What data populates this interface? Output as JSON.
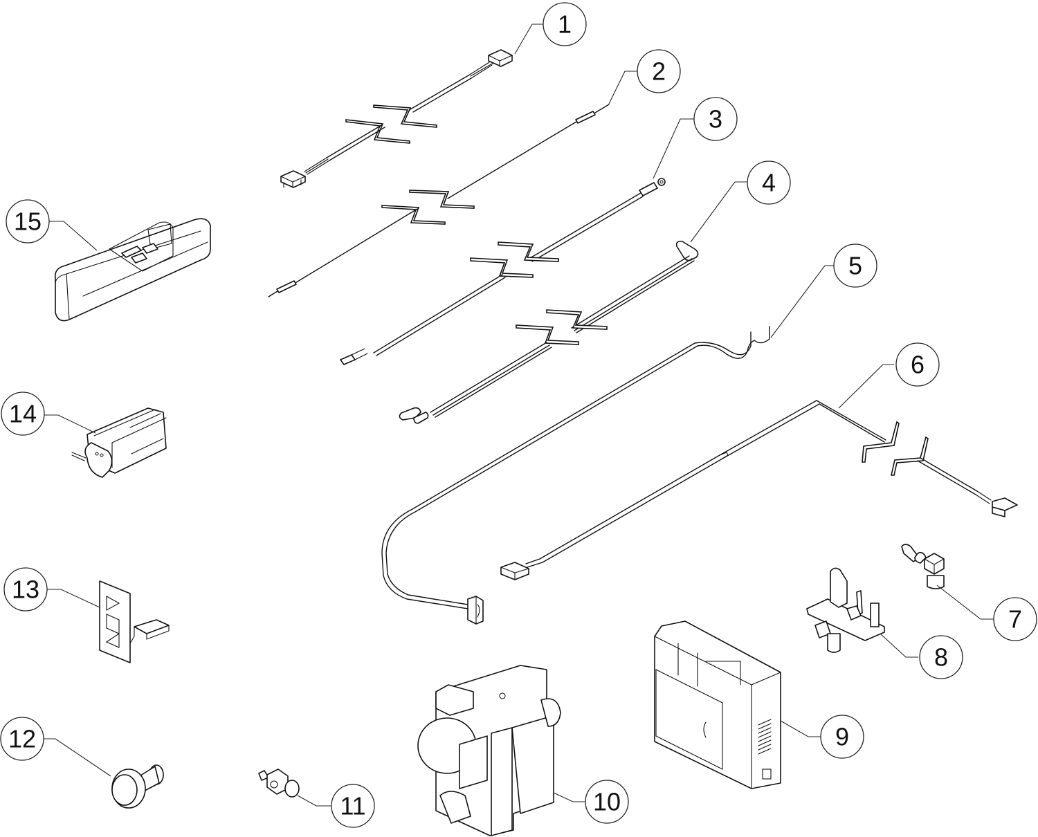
{
  "diagram": {
    "type": "exploded-parts-diagram",
    "subject": "Gas fireplace remote control system components",
    "line_color": "#111111",
    "background": "#ffffff",
    "callouts": [
      {
        "id": 1,
        "label": "1",
        "part": "wire-harness-connector-both-ends"
      },
      {
        "id": 2,
        "label": "2",
        "part": "thermocouple-lead"
      },
      {
        "id": 3,
        "label": "3",
        "part": "ground-wire-ring-terminal"
      },
      {
        "id": 4,
        "label": "4",
        "part": "igniter-lead-wire"
      },
      {
        "id": 5,
        "label": "5",
        "part": "on-off-switch-wire-harness"
      },
      {
        "id": 6,
        "label": "6",
        "part": "extension-wire-harness"
      },
      {
        "id": 7,
        "label": "7",
        "part": "elbow-fitting"
      },
      {
        "id": 8,
        "label": "8",
        "part": "pilot-assembly"
      },
      {
        "id": 9,
        "label": "9",
        "part": "receiver-control-module"
      },
      {
        "id": 10,
        "label": "10",
        "part": "gas-valve"
      },
      {
        "id": 11,
        "label": "11",
        "part": "compression-fitting"
      },
      {
        "id": 12,
        "label": "12",
        "part": "control-knob"
      },
      {
        "id": 13,
        "label": "13",
        "part": "switch-plate-bracket"
      },
      {
        "id": 14,
        "label": "14",
        "part": "battery-holder"
      },
      {
        "id": 15,
        "label": "15",
        "part": "remote-transmitter"
      }
    ]
  }
}
